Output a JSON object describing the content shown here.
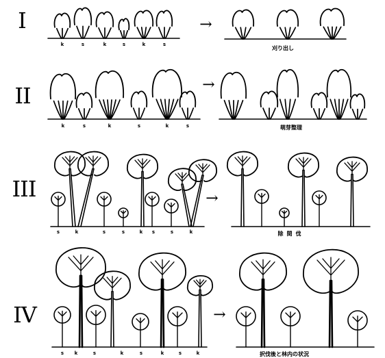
{
  "rows": [
    {
      "numeral": "I",
      "left_labels": [
        "k",
        "s",
        "k",
        "s",
        "k",
        "s"
      ],
      "caption": "刈り出し"
    },
    {
      "numeral": "II",
      "left_labels": [
        "k",
        "s",
        "k",
        "s",
        "k",
        "s"
      ],
      "caption": "萌芽整理"
    },
    {
      "numeral": "III",
      "left_labels": [
        "s",
        "k",
        "s",
        "s",
        "k",
        "s",
        "s",
        "k"
      ],
      "caption": "除間伐"
    },
    {
      "numeral": "IV",
      "left_labels": [
        "s",
        "k",
        "s",
        "k",
        "s",
        "k",
        "s",
        "k"
      ],
      "caption": "択伐後と林内の状況"
    }
  ],
  "arrow_glyph": "→"
}
